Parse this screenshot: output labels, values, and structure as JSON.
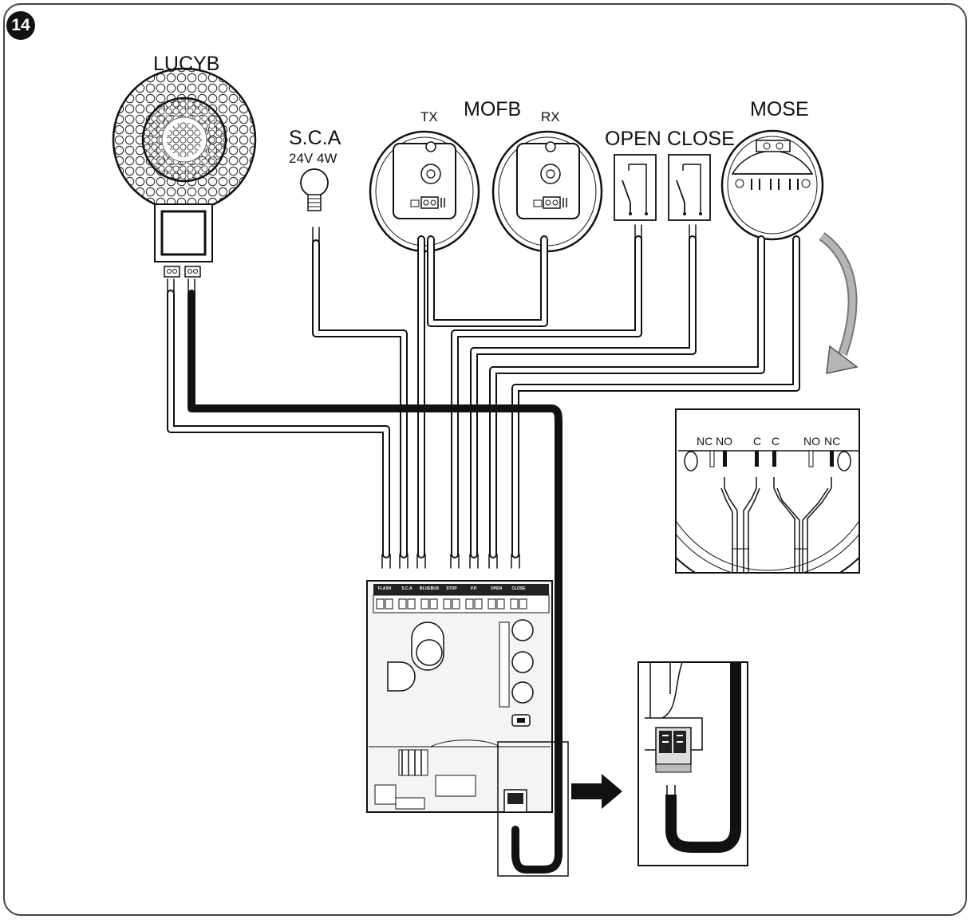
{
  "figure": {
    "number": "14"
  },
  "devices": {
    "lucyb": "LUCYB",
    "sca": {
      "name": "S.C.A",
      "rating": "24V 4W"
    },
    "mofb": {
      "name": "MOFB",
      "tx": "TX",
      "rx": "RX"
    },
    "open": "OPEN",
    "close": "CLOSE",
    "mose": "MOSE"
  },
  "terminals": [
    "FLASH",
    "S.C.A",
    "BLUEBUS",
    "STOP",
    "P.P.",
    "OPEN",
    "CLOSE"
  ],
  "contacts": [
    "NC",
    "NO",
    "C",
    "C",
    "NO",
    "NC"
  ],
  "colors": {
    "line": "#111111",
    "panel_fill": "#f3f3f3",
    "arrow_gray": "#9a9a9a"
  }
}
